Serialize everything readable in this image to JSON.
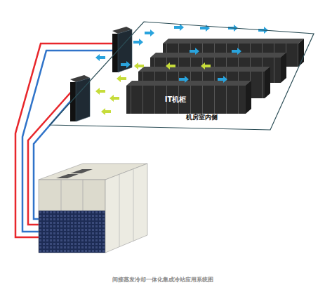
{
  "diagram": {
    "caption": "间接蒸发冷却一体化集成冷站应用系统图",
    "nodes": [
      {
        "text": [
          "机房室内侧"
        ]
      },
      {
        "text": [
          "IT机柜"
        ],
        "in": 0
      }
    ]
  }
}
